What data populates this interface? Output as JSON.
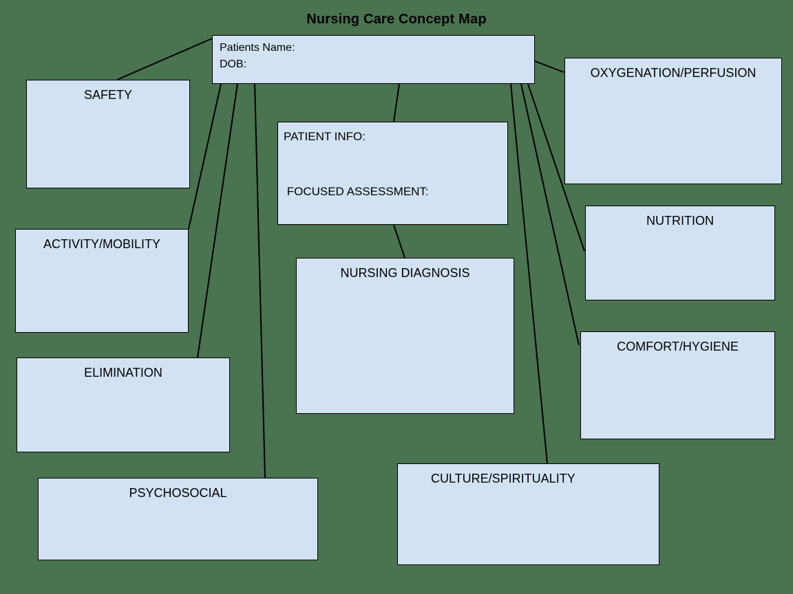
{
  "title": "Nursing Care Concept Map",
  "colors": {
    "background": "#4a7350",
    "box_fill": "#d2e2f3",
    "box_border": "#000000",
    "text": "#000000"
  },
  "center_box": {
    "line1": "Patients Name:",
    "line2": "DOB:"
  },
  "nodes": {
    "safety": {
      "label": "SAFETY"
    },
    "activity": {
      "label": "ACTIVITY/MOBILITY"
    },
    "elimination": {
      "label": "ELIMINATION"
    },
    "psychosocial": {
      "label": "PSYCHOSOCIAL"
    },
    "patient_info": {
      "line1": "PATIENT INFO:",
      "line2": " FOCUSED ASSESSMENT:"
    },
    "nursing_diagnosis": {
      "label": "NURSING DIAGNOSIS"
    },
    "culture": {
      "label": "CULTURE/SPIRITUALITY"
    },
    "oxygenation": {
      "label": "OXYGENATION/PERFUSION"
    },
    "nutrition": {
      "label": "NUTRITION"
    },
    "comfort": {
      "label": "COMFORT/HYGIENE"
    }
  }
}
